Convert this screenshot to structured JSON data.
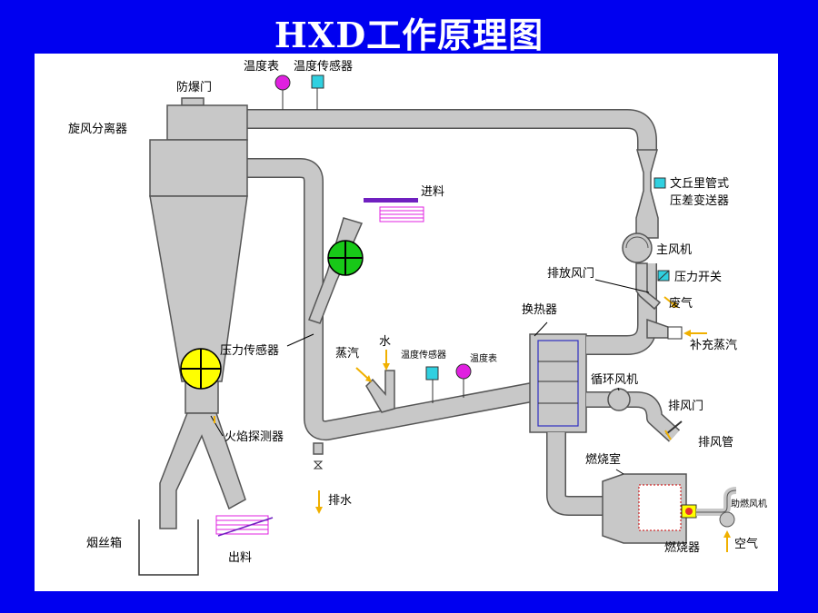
{
  "title": "HXD工作原理图",
  "labels": {
    "explosion_door": "防爆门",
    "temp_gauge_top": "温度表",
    "temp_sensor_top": "温度传感器",
    "cyclone": "旋风分离器",
    "feed_in": "进料",
    "venturi_line1": "文丘里管式",
    "venturi_line2": "压差变送器",
    "main_fan": "主风机",
    "pressure_switch": "压力开关",
    "exhaust_damper": "排放风门",
    "waste_gas": "废气",
    "heat_exchanger": "换热器",
    "makeup_steam": "补充蒸汽",
    "pressure_sensor": "压力传感器",
    "steam": "蒸汽",
    "water": "水",
    "temp_sensor_mid": "温度传感器",
    "temp_gauge_mid": "温度表",
    "circ_fan": "循环风机",
    "exhaust_door": "排风门",
    "exhaust_pipe": "排风管",
    "flame_detector": "火焰探测器",
    "drain": "排水",
    "combustion_chamber": "燃烧室",
    "aux_fan": "助燃风机",
    "tobacco_box": "烟丝箱",
    "discharge": "出料",
    "burner": "燃烧器",
    "air": "空气"
  },
  "colors": {
    "background": "#0000f0",
    "pipe": "#c8c8c8",
    "rotary_valve_green": "#18c818",
    "rotary_valve_yellow": "#ffff00",
    "sensor": "#30d0e0",
    "gauge": "#e020e0",
    "arrow": "#f0b000",
    "burner_fill": "#e83030"
  }
}
